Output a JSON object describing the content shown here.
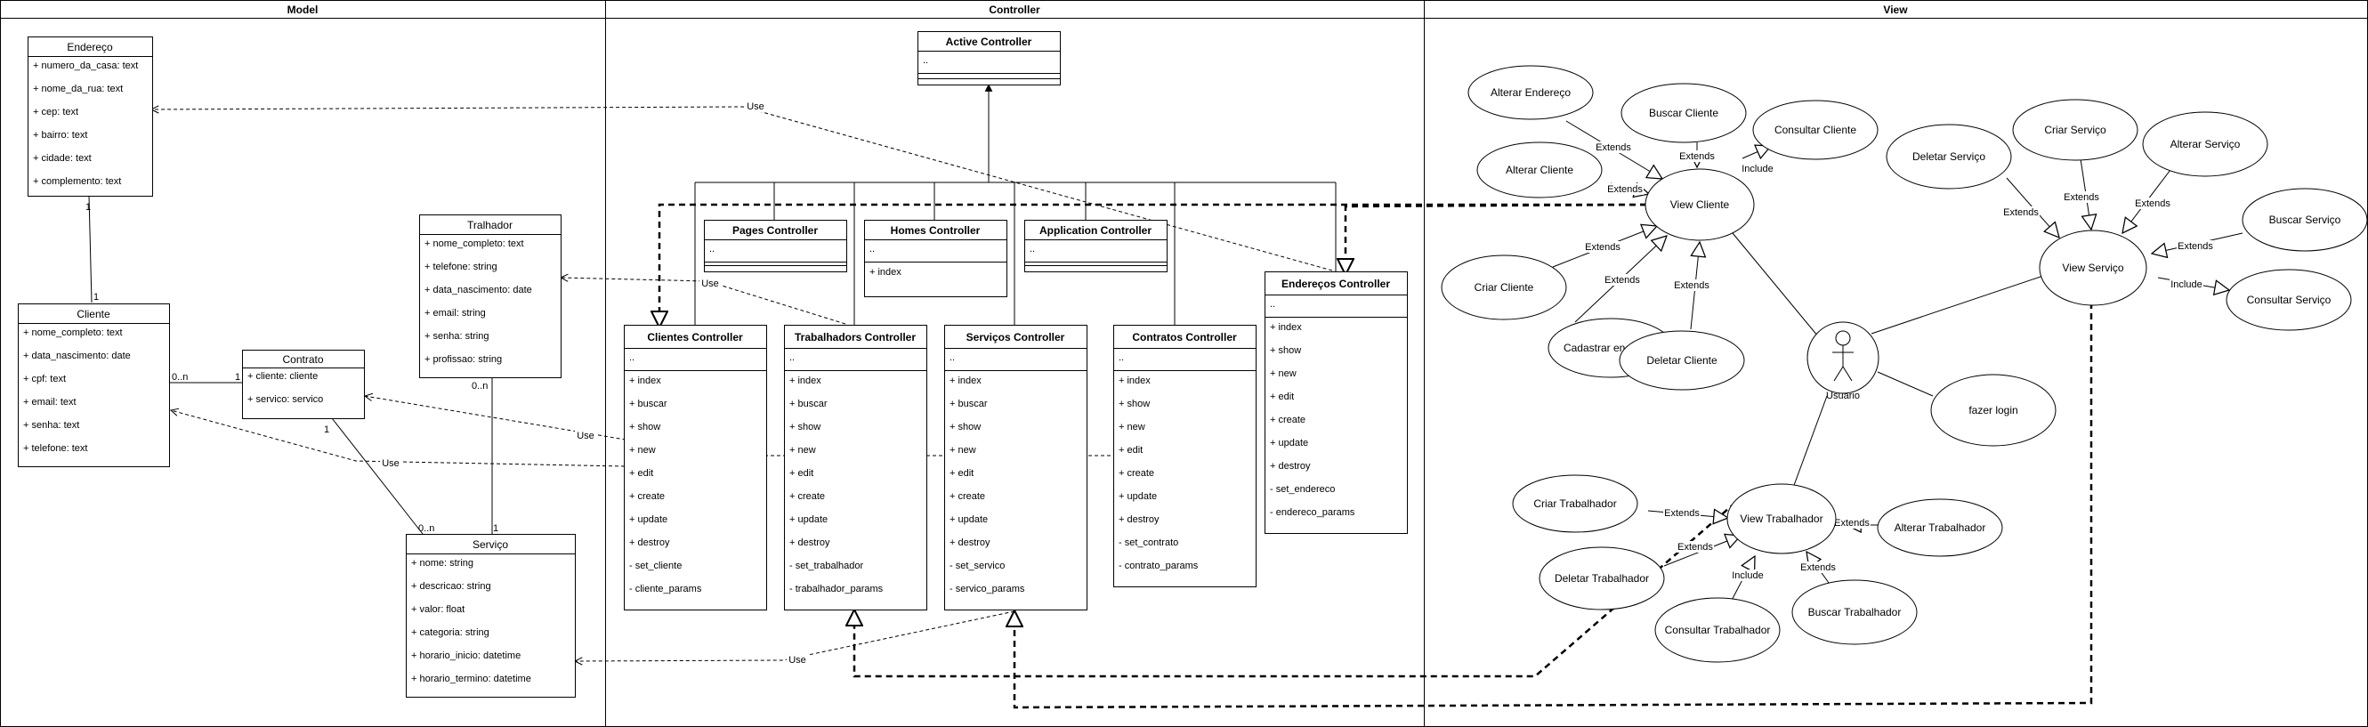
{
  "lanes": [
    "Model",
    "Controller",
    "View"
  ],
  "classes": {
    "endereco": {
      "title": "Endereço",
      "attrs": [
        "+ numero_da_casa: text",
        "+ nome_da_rua: text",
        "+ cep: text",
        "+ bairro: text",
        "+ cidade: text",
        "+ complemento: text"
      ]
    },
    "cliente": {
      "title": "Cliente",
      "attrs": [
        "+ nome_completo: text",
        "+ data_nascimento: date",
        "+ cpf: text",
        "+ email: text",
        "+ senha: text",
        "+ telefone: text"
      ]
    },
    "contrato": {
      "title": "Contrato",
      "attrs": [
        "+ cliente: cliente",
        "+ servico: servico"
      ]
    },
    "tralhador": {
      "title": "Tralhador",
      "attrs": [
        "+ nome_completo: text",
        "+ telefone: string",
        "+ data_nascimento: date",
        "+ email: string",
        "+ senha: string",
        "+ profissao: string"
      ]
    },
    "servico": {
      "title": "Serviço",
      "attrs": [
        "+ nome: string",
        "+ descricao: string",
        "+ valor: float",
        "+ categoria: string",
        "+ horario_inicio: datetime",
        "+ horario_termino: datetime"
      ]
    },
    "active": {
      "title": "Active Controller",
      "attrs": [
        ".."
      ]
    },
    "pages": {
      "title": "Pages Controller",
      "attrs": [
        ".."
      ]
    },
    "homes": {
      "title": "Homes Controller",
      "attrs": [
        "..",
        "+ index"
      ]
    },
    "application": {
      "title": "Application Controller",
      "attrs": [
        ".."
      ]
    },
    "clientes": {
      "title": "Clientes Controller",
      "attrs": [
        "..",
        "+ index",
        "+ buscar",
        "+ show",
        "+ new",
        "+ edit",
        "+ create",
        "+ update",
        "+ destroy",
        "- set_cliente",
        "- cliente_params"
      ]
    },
    "trabalhadors": {
      "title": "Trabalhadors Controller",
      "attrs": [
        "..",
        "+ index",
        "+ buscar",
        "+ show",
        "+ new",
        "+ edit",
        "+ create",
        "+ update",
        "+ destroy",
        "- set_trabalhador",
        "- trabalhador_params"
      ]
    },
    "servicos": {
      "title": "Serviços Controller",
      "attrs": [
        "..",
        "+ index",
        "+ buscar",
        "+ show",
        "+ new",
        "+ edit",
        "+ create",
        "+ update",
        "+ destroy",
        "- set_servico",
        "- servico_params"
      ]
    },
    "contratos": {
      "title": "Contratos Controller",
      "attrs": [
        "..",
        "+ index",
        "+ show",
        "+ new",
        "+ edit",
        "+ create",
        "+ update",
        "+ destroy",
        "- set_contrato",
        "- contrato_params"
      ]
    },
    "enderecos": {
      "title": "Endereços Controller",
      "attrs": [
        "..",
        "+ index",
        "+ show",
        "+ new",
        "+ edit",
        "+ create",
        "+ update",
        "+ destroy",
        "- set_endereco",
        "- endereco_params"
      ]
    }
  },
  "multiplicities": {
    "endereco_cliente_a": "1",
    "endereco_cliente_b": "1",
    "cliente_contrato_a": "0..n",
    "cliente_contrato_b": "1",
    "contrato_servico_a": "1",
    "contrato_servico_b": "0..n",
    "tralhador_servico_a": "0..n",
    "tralhador_servico_b": "1"
  },
  "edge_labels": {
    "use": "Use",
    "extends": "Extends",
    "include": "Include"
  },
  "use_cases": {
    "alterar_endereco": "Alterar Endereço",
    "buscar_cliente": "Buscar Cliente",
    "consultar_cliente": "Consultar Cliente",
    "alterar_cliente": "Alterar Cliente",
    "view_cliente": "View Cliente",
    "criar_cliente": "Criar Cliente",
    "cadastrar_endereco": "Cadastrar endereço",
    "deletar_cliente": "Deletar Cliente",
    "deletar_servico": "Deletar Serviço",
    "criar_servico": "Criar Serviço",
    "alterar_servico": "Alterar Serviço",
    "buscar_servico": "Buscar Serviço",
    "view_servico": "View Serviço",
    "consultar_servico": "Consultar Serviço",
    "fazer_login": "fazer login",
    "criar_trabalhador": "Criar Trabalhador",
    "view_trabalhador": "View Trabalhador",
    "alterar_trabalhador": "Alterar Trabalhador",
    "deletar_trabalhador": "Deletar Trabalhador",
    "consultar_trabalhador": "Consultar Trabalhador",
    "buscar_trabalhador": "Buscar Trabalhador"
  },
  "actor": "Usuario"
}
